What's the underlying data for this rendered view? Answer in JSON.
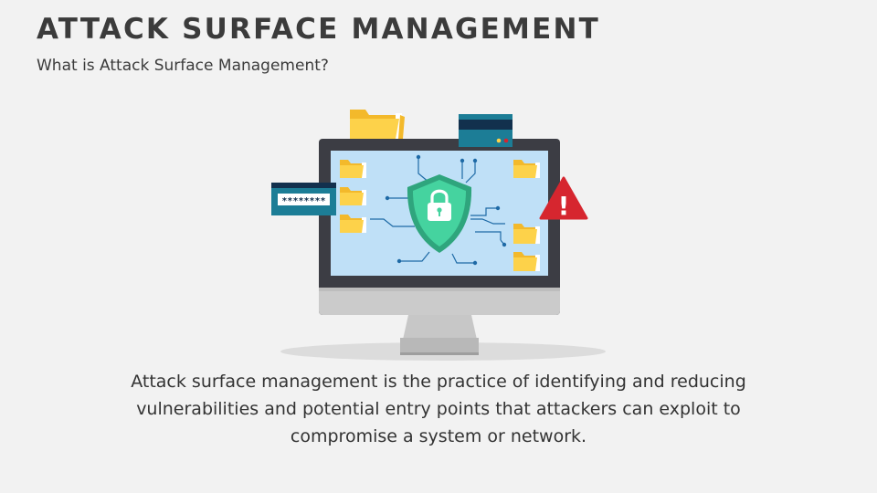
{
  "slide": {
    "title": "ATTACK SURFACE MANAGEMENT",
    "subtitle": "What is Attack Surface Management?",
    "description": "Attack surface management is the practice of identifying and reducing vulnerabilities and potential entry points that attackers can exploit to compromise a system or network."
  },
  "illustration": {
    "password_mask": "********",
    "warning_symbol": "!",
    "icons": [
      "monitor-icon",
      "shield-lock-icon",
      "folder-icon",
      "password-card-icon",
      "server-card-icon",
      "warning-icon"
    ]
  },
  "colors": {
    "background": "#f2f2f2",
    "text": "#3b3b3b",
    "monitor_frame": "#3c3d44",
    "monitor_screen": "#bfe0f7",
    "monitor_stand": "#c9c9c9",
    "shield": "#3ecf9a",
    "folder": "#fdd24a",
    "card_teal": "#1c7d96",
    "card_dark": "#12304d",
    "warning_red": "#d6262f",
    "circuit_line": "#1e6aa6"
  }
}
